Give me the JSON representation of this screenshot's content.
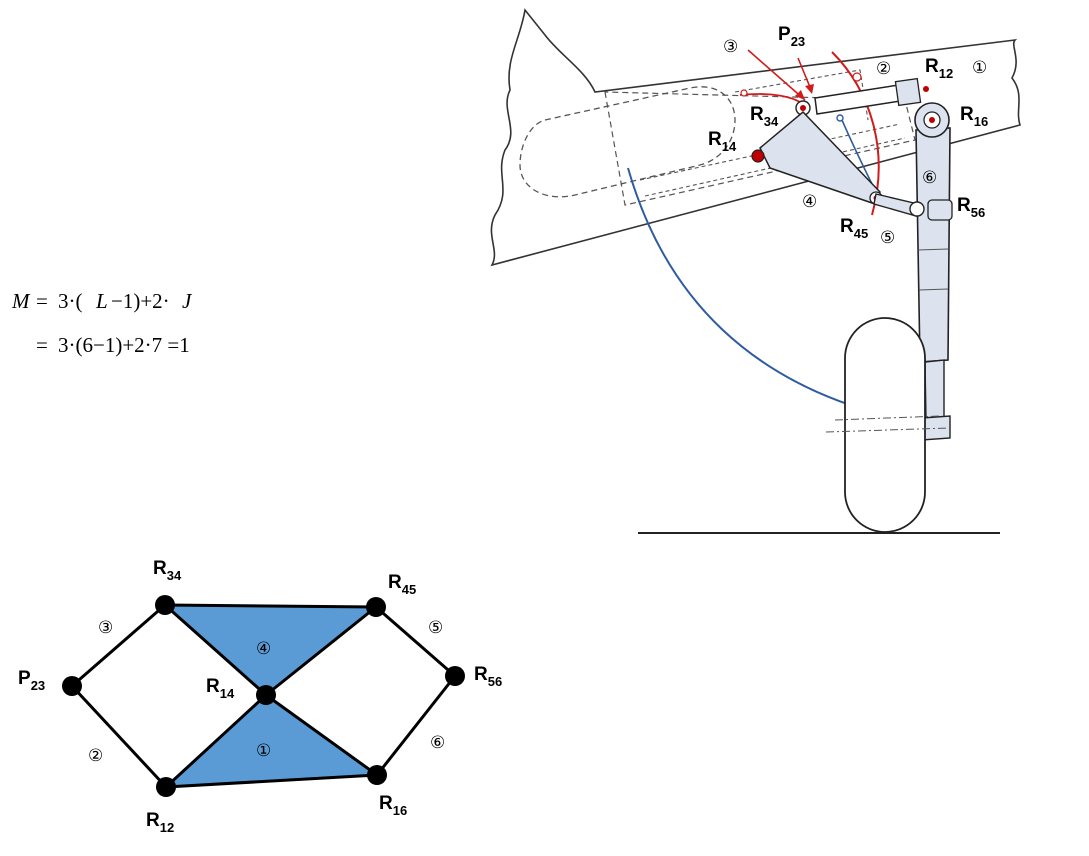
{
  "equation": {
    "line1": {
      "lhs": "M",
      "eq": "=",
      "rhs_prefix": "3·(",
      "var_L": "L",
      "rhs_mid": "−1)+2·",
      "var_J": "J"
    },
    "line2": {
      "eq": "=",
      "rhs": "3·(6−1)+2·7 =1"
    }
  },
  "graph": {
    "joints": [
      {
        "id": "R34",
        "main": "R",
        "sub": "34"
      },
      {
        "id": "R45",
        "main": "R",
        "sub": "45"
      },
      {
        "id": "P23",
        "main": "P",
        "sub": "23"
      },
      {
        "id": "R14",
        "main": "R",
        "sub": "14"
      },
      {
        "id": "R56",
        "main": "R",
        "sub": "56"
      },
      {
        "id": "R12",
        "main": "R",
        "sub": "12"
      },
      {
        "id": "R16",
        "main": "R",
        "sub": "16"
      }
    ],
    "links": [
      "③",
      "④",
      "⑤",
      "②",
      "①",
      "⑥"
    ],
    "colors": {
      "ternary_fill": "#5b9bd5",
      "edge": "#000000"
    }
  },
  "mechanism": {
    "labels": [
      {
        "main": "P",
        "sub": "23"
      },
      {
        "main": "R",
        "sub": "12"
      },
      {
        "main": "R",
        "sub": "16"
      },
      {
        "main": "R",
        "sub": "34"
      },
      {
        "main": "R",
        "sub": "14"
      },
      {
        "main": "R",
        "sub": "56"
      },
      {
        "main": "R",
        "sub": "45"
      }
    ],
    "link_numbers": [
      "③",
      "②",
      "①",
      "⑥",
      "④",
      "⑤"
    ],
    "colors": {
      "red_arc": "#d01c1c",
      "blue_arc": "#2e5c9e",
      "strut_fill": "#dde3ee"
    }
  }
}
